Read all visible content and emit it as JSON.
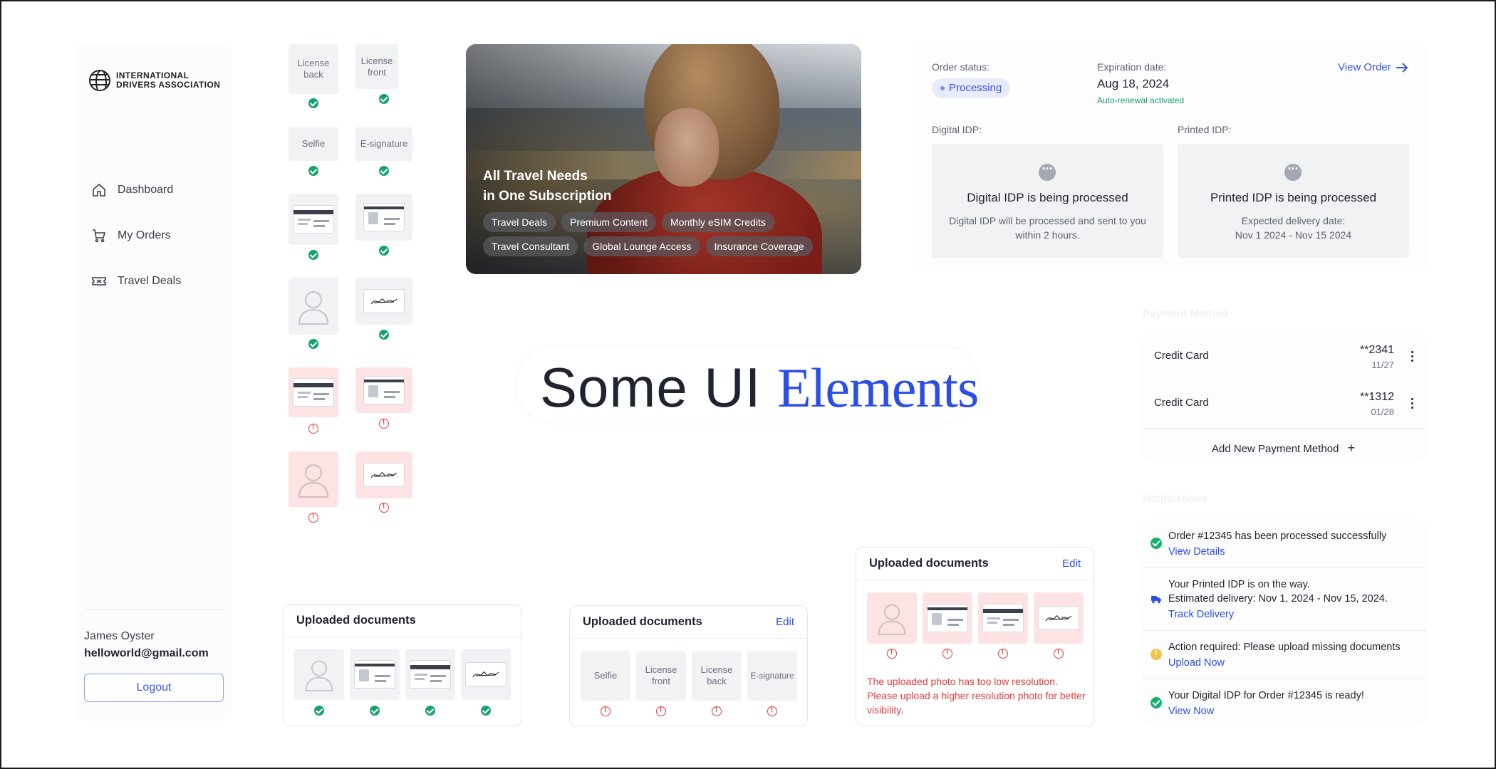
{
  "sidebar": {
    "logo_line1": "INTERNATIONAL",
    "logo_line2": "DRIVERS ASSOCIATION",
    "nav": [
      {
        "label": "Dashboard",
        "icon": "home-icon"
      },
      {
        "label": "My Orders",
        "icon": "cart-icon"
      },
      {
        "label": "Travel Deals",
        "icon": "ticket-icon"
      }
    ],
    "user_name": "James Oyster",
    "user_email": "helloworld@gmail.com",
    "logout_label": "Logout"
  },
  "doc_thumbs": {
    "license_back": "License back",
    "license_front": "License front",
    "selfie": "Selfie",
    "esignature": "E-signature"
  },
  "hero": {
    "title_line1": "All Travel Needs",
    "title_line2": "in One Subscription",
    "chips": [
      "Travel Deals",
      "Premium Content",
      "Monthly eSIM Credits",
      "Travel Consultant",
      "Global Lounge Access",
      "Insurance Coverage"
    ]
  },
  "order": {
    "status_label": "Order status:",
    "status_value": "Processing",
    "expiration_label": "Expiration date:",
    "expiration_value": "Aug 18, 2024",
    "auto_renewal": "Auto-renewal activated",
    "view_order": "View Order",
    "digital_label": "Digital IDP:",
    "printed_label": "Printed IDP:",
    "digital_title": "Digital IDP is being processed",
    "digital_desc": "Digital IDP will be processed and sent to you within 2 hours.",
    "printed_title": "Printed IDP is being processed",
    "printed_desc_line1": "Expected delivery date:",
    "printed_desc_line2": "Nov 1 2024 - Nov 15 2024"
  },
  "headline": {
    "plain": "Some UI ",
    "accent": "Elements"
  },
  "payment": {
    "title": "Payment Method",
    "cards": [
      {
        "name": "Credit Card",
        "number": "**2341",
        "expiry": "11/27"
      },
      {
        "name": "Credit Card",
        "number": "**1312",
        "expiry": "01/28"
      }
    ],
    "add_label": "Add New Payment Method"
  },
  "notifications": {
    "title": "Notifications",
    "items": [
      {
        "type": "success",
        "text": "Order #12345 has been processed successfully",
        "link": "View Details"
      },
      {
        "type": "delivery",
        "text_line1": "Your Printed IDP is on the way.",
        "text_line2": "Estimated delivery: Nov 1, 2024 - Nov 15, 2024.",
        "link": "Track Delivery"
      },
      {
        "type": "warning",
        "text": "Action required: Please upload missing documents",
        "link": "Upload Now"
      },
      {
        "type": "success",
        "text": "Your Digital IDP for Order #12345 is ready!",
        "link": "View Now"
      }
    ]
  },
  "uploaded_docs": {
    "title": "Uploaded documents",
    "edit": "Edit",
    "labels": [
      "Selfie",
      "License front",
      "License back",
      "E-signature"
    ],
    "error_message": "The uploaded photo has too low resolution. Please upload a higher resolution photo for better visibility."
  },
  "colors": {
    "accent": "#2b4de8",
    "success": "#16a36b",
    "error": "#e03c3c",
    "warning": "#f5c24a"
  }
}
